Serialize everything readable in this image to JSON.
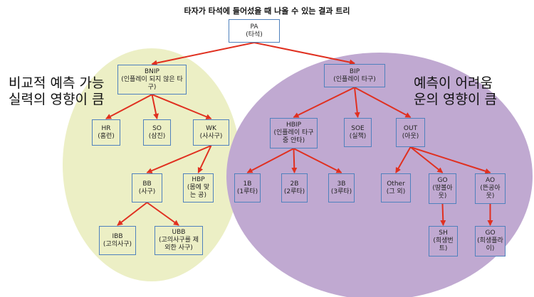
{
  "title": "타자가 타석에 들어섰을 때 나올 수 있는 결과 트리",
  "left_note": {
    "line1": "비교적 예측 가능",
    "line2": "실력의 영향이 큼"
  },
  "right_note": {
    "line1": "예측이 어려움",
    "line2": "운의 영향이 큼"
  },
  "colors": {
    "left_region": "#ecefc5",
    "right_region": "#c0a9d1",
    "box_border": "#4f81bd",
    "arrow": "#e03020"
  },
  "nodes": {
    "pa": {
      "code": "PA",
      "desc": "(타석)"
    },
    "bnip": {
      "code": "BNIP",
      "desc": "(인플레이 되지 않은 타구)"
    },
    "bip": {
      "code": "BIP",
      "desc": "(인플레이 타구)"
    },
    "hr": {
      "code": "HR",
      "desc": "(홈런)"
    },
    "so": {
      "code": "SO",
      "desc": "(삼진)"
    },
    "wk": {
      "code": "WK",
      "desc": "(사사구)"
    },
    "bb": {
      "code": "BB",
      "desc": "(사구)"
    },
    "hbp": {
      "code": "HBP",
      "desc": "(몸에 맞는 공)"
    },
    "ibb": {
      "code": "IBB",
      "desc": "(고의사구)"
    },
    "ubb": {
      "code": "UBB",
      "desc": "(고의사구를 제외한 사구)"
    },
    "hbip": {
      "code": "HBIP",
      "desc": "(인플레이 타구 중 안타)"
    },
    "soe": {
      "code": "SOE",
      "desc": "(실책)"
    },
    "out": {
      "code": "OUT",
      "desc": "(아웃)"
    },
    "b1": {
      "code": "1B",
      "desc": "(1루타)"
    },
    "b2": {
      "code": "2B",
      "desc": "(2루타)"
    },
    "b3": {
      "code": "3B",
      "desc": "(3루타)"
    },
    "other": {
      "code": "Other",
      "desc": "(그 외)"
    },
    "go": {
      "code": "GO",
      "desc": "(땅볼아웃)"
    },
    "ao": {
      "code": "AO",
      "desc": "(뜬공아웃)"
    },
    "sh": {
      "code": "SH",
      "desc": "(희생번트)"
    },
    "go2": {
      "code": "GO",
      "desc": "(희생플라이)"
    }
  },
  "edges": [
    [
      "pa",
      "bnip"
    ],
    [
      "pa",
      "bip"
    ],
    [
      "bnip",
      "hr"
    ],
    [
      "bnip",
      "so"
    ],
    [
      "bnip",
      "wk"
    ],
    [
      "wk",
      "bb"
    ],
    [
      "wk",
      "hbp"
    ],
    [
      "bb",
      "ibb"
    ],
    [
      "bb",
      "ubb"
    ],
    [
      "bip",
      "hbip"
    ],
    [
      "bip",
      "soe"
    ],
    [
      "bip",
      "out"
    ],
    [
      "hbip",
      "b1"
    ],
    [
      "hbip",
      "b2"
    ],
    [
      "hbip",
      "b3"
    ],
    [
      "out",
      "other"
    ],
    [
      "out",
      "go"
    ],
    [
      "out",
      "ao"
    ],
    [
      "go",
      "sh"
    ],
    [
      "ao",
      "go2"
    ]
  ]
}
